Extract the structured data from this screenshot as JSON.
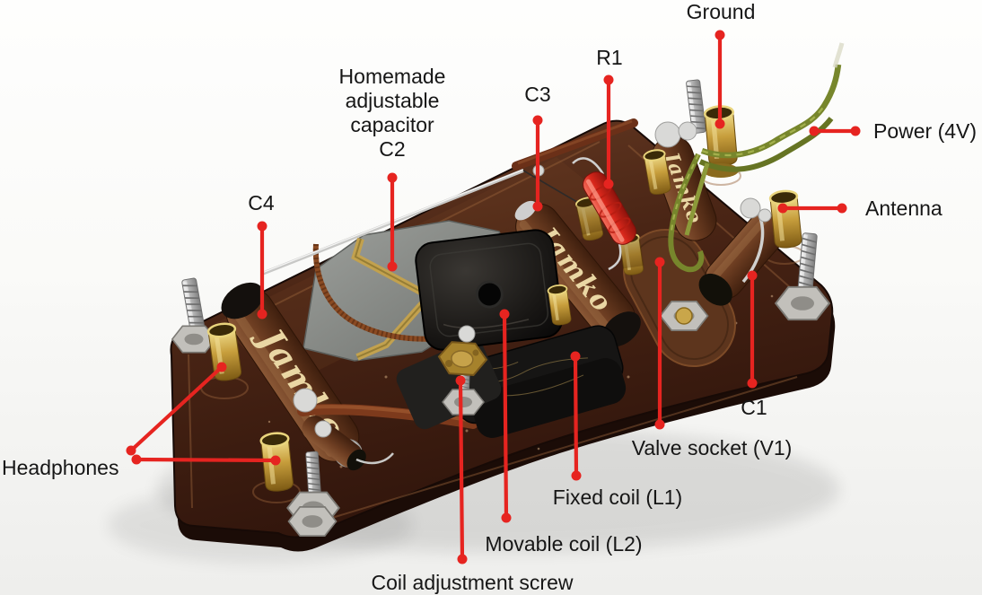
{
  "annotation": {
    "color": "#e62420",
    "labels": {
      "ground": "Ground",
      "power": "Power (4V)",
      "antenna": "Antenna",
      "r1": "R1",
      "c3": "C3",
      "c2": "Homemade\nadjustable\ncapacitor\nC2",
      "c4": "C4",
      "headphones": "Headphones",
      "c1": "C1",
      "valve_socket": "Valve socket (V1)",
      "fixed_coil": "Fixed coil (L1)",
      "movable_coil": "Movable coil (L2)",
      "coil_screw": "Coil adjustment screw"
    }
  },
  "photo": {
    "brand": "Jamko",
    "colors": {
      "board_brown": "#4a2515",
      "brass": "#c79e3c",
      "steel": "#b5b5b5",
      "wire_green": "#77862c",
      "resistor_red": "#d8271b",
      "capacitor_plate_gray": "#8d908c",
      "background": "#f6f6f4"
    }
  }
}
